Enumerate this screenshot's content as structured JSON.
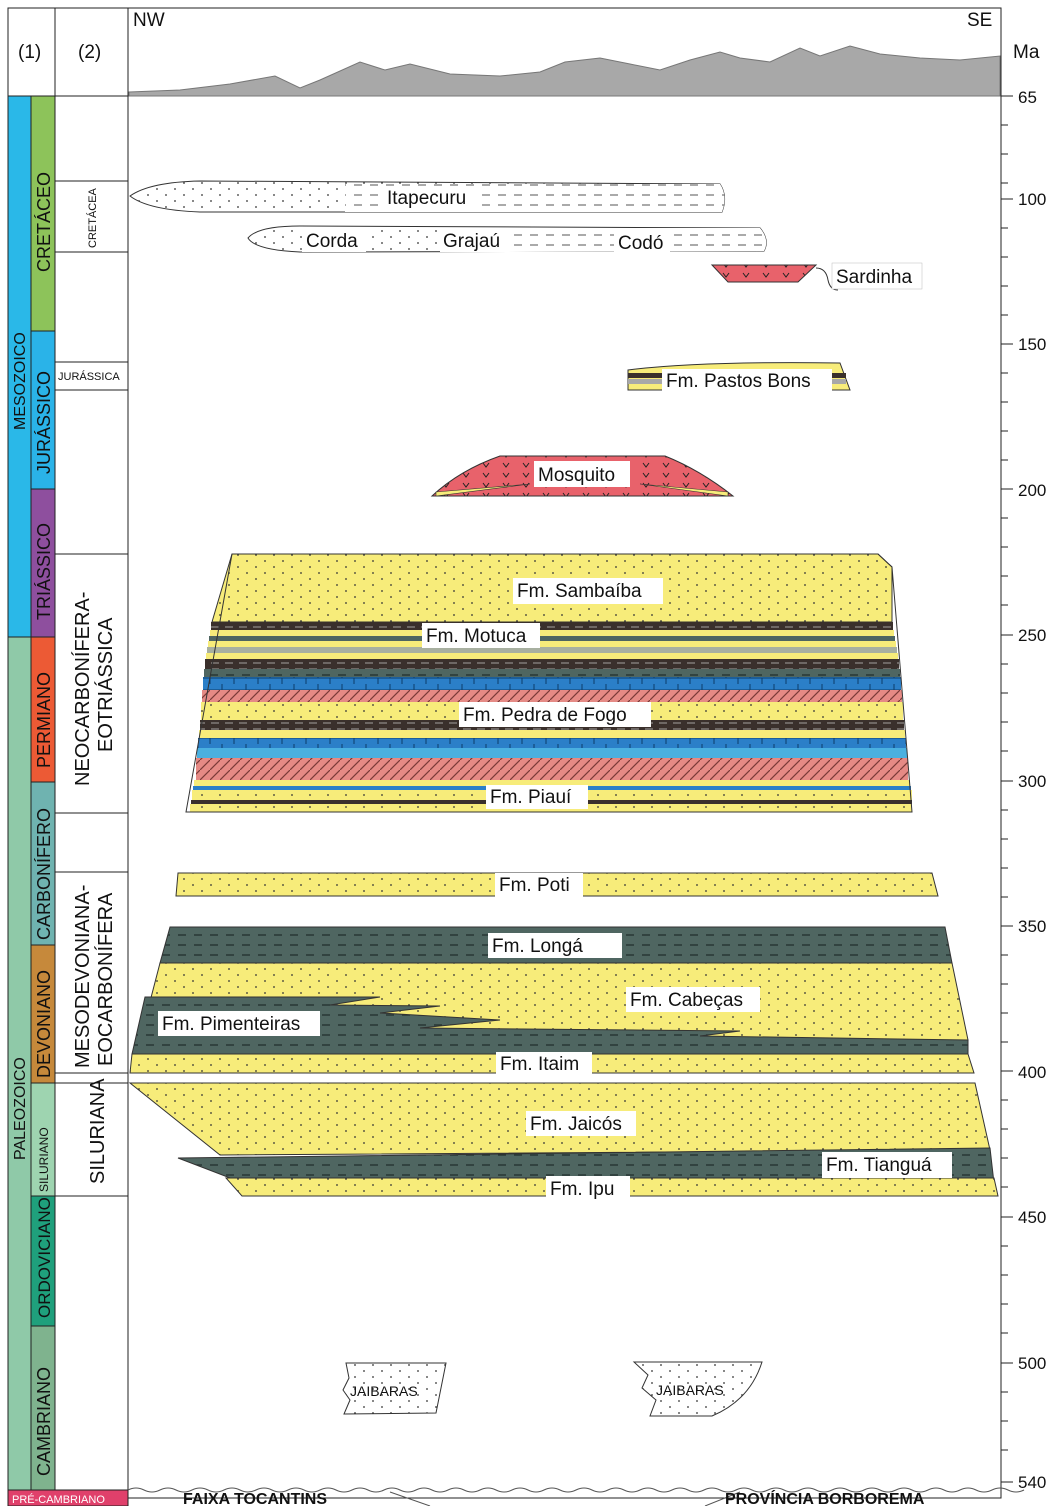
{
  "header": {
    "col1": "(1)",
    "col2": "(2)",
    "nw": "NW",
    "se": "SE",
    "ma": "Ma"
  },
  "eras": {
    "mesozoico": "MESOZOICO",
    "paleozoico": "PALEOZOICO",
    "precambriano": "PRÉ-CAMBRIANO"
  },
  "periods": {
    "cretaceo": "CRETÁCEO",
    "jurassico": "JURÁSSICO",
    "triassico": "TRIÁSSICO",
    "permiano": "PERMIANO",
    "carbonifero": "CARBONÍFERO",
    "devoniano": "DEVONIANO",
    "siluriano": "SILURIANO",
    "ordoviciano": "ORDOVICIANO",
    "cambriano": "CAMBRIANO"
  },
  "sequences": {
    "cretacea": "CRETÁCEA",
    "jurassica": "JURÁSSICA",
    "neocarb_1": "NEOCARBONÍFERA-",
    "neocarb_2": "EOTRIÁSSICA",
    "mesodev_1": "MESODEVONIANA-",
    "mesodev_2": "EOCARBONÍFERA",
    "siluriana": "SILURIANA"
  },
  "units": {
    "itapecuru": "Itapecuru",
    "corda": "Corda",
    "grajau": "Grajaú",
    "codo": "Codó",
    "sardinha": "Sardinha",
    "pastos_bons": "Fm. Pastos Bons",
    "mosquito": "Mosquito",
    "sambaiba": "Fm. Sambaíba",
    "motuca": "Fm. Motuca",
    "pedra_de_fogo": "Fm. Pedra de Fogo",
    "piaui": "Fm. Piauí",
    "poti": "Fm. Poti",
    "longa": "Fm. Longá",
    "cabecas": "Fm. Cabeças",
    "pimenteiras": "Fm. Pimenteiras",
    "itaim": "Fm. Itaim",
    "jaicos": "Fm. Jaicós",
    "tiangua": "Fm. Tianguá",
    "ipu": "Fm. Ipu",
    "jaibaras_1": "JAIBARAS",
    "jaibaras_2": "JAIBARAS"
  },
  "basement": {
    "faixa": "FAIXA TOCANTINS",
    "provincia": "PROVÍNCIA BORBOREMA"
  },
  "age_ticks": [
    "65",
    "100",
    "150",
    "200",
    "250",
    "300",
    "350",
    "400",
    "450",
    "500",
    "540"
  ],
  "colors": {
    "cretaceo": "#8dc35a",
    "jurassico": "#2ab3e8",
    "triassico": "#8e4f9e",
    "permiano": "#ec5a35",
    "carbonifero": "#6fb3b0",
    "devoniano": "#c6893b",
    "siluriano": "#9ed4b0",
    "ordoviciano": "#1fa07c",
    "cambriano": "#7fb38e",
    "mesozoico": "#2ab8e8",
    "paleozoico": "#8fc9a8",
    "precambriano": "#e0406b",
    "sandstone": "#f7ec7a",
    "shale": "#4f6661",
    "limestone": "#2b7fc8",
    "evaporite": "#e58a85",
    "relief": "#a8a8a8"
  }
}
